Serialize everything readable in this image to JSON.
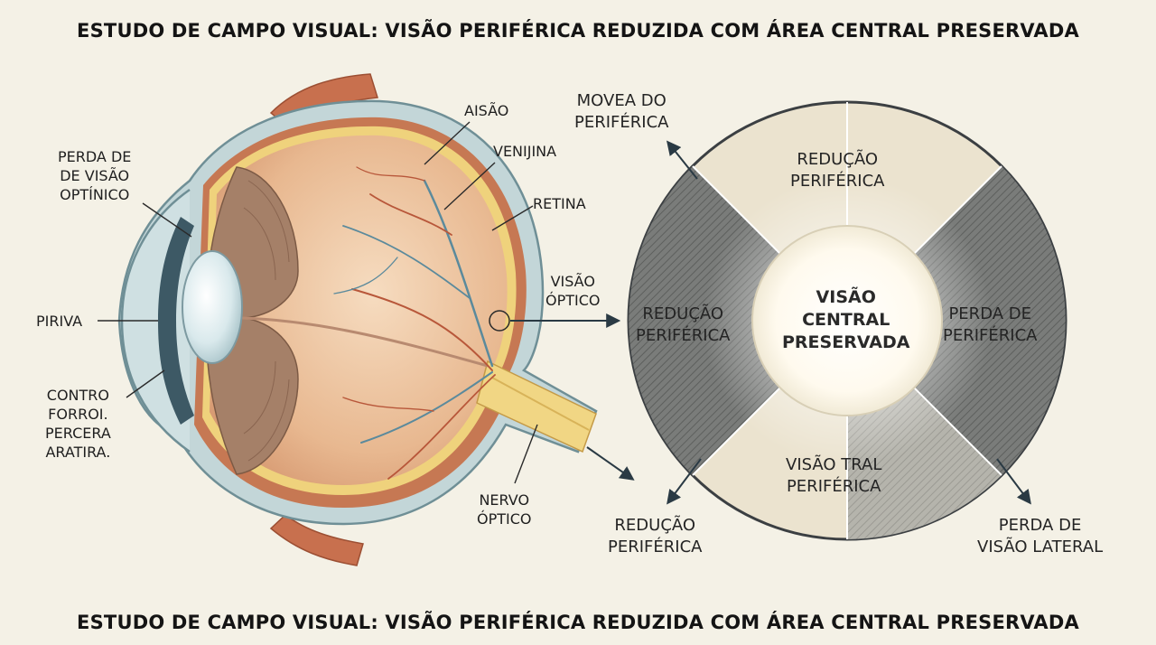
{
  "title_top": "ESTUDO DE CAMPO VISUAL: VISÃO PERIFÉRICA REDUZIDA COM ÁREA CENTRAL PRESERVADA",
  "title_bottom": "ESTUDO DE CAMPO VISUAL: VISÃO PERIFÉRICA REDUZIDA COM ÁREA CENTRAL PRESERVADA",
  "eye_labels": {
    "aisao": "AISÃO",
    "venijina": "VENIJINA",
    "retina": "RETINA",
    "perda_optinico": "PERDA DE\nDE VISÃO\nOPTÍNICO",
    "piriva": "PIRIVA",
    "contro": "CONTRO\nFORROI.\nPERCERA\nARATIRA.",
    "nervo": "NERVO\nÓPTICO",
    "visao_optico": "VISÃO\nÓPTICO"
  },
  "field_labels": {
    "movea": "MOVEA DO\nPERIFÉRICA",
    "top": "REDUÇÃO\nPERIFÉRICA",
    "left": "REDUÇÃO\nPERIFÉRICA",
    "center": "VISÃO\nCENTRAL\nPRESERVADA",
    "right": "PERDA DE\nPERIFÉRICA",
    "bottom": "VISÃO TRAL\nPERIFÉRICA",
    "bottom_left_out": "REDUÇÃO\nPERIFÉRICA",
    "bottom_right_out": "PERDA DE\nVISÃO LATERAL"
  },
  "colors": {
    "background": "#f4f1e6",
    "sclera": "#b9d0d3",
    "choroid": "#c8744f",
    "retina": "#e8c96a",
    "vitreous": "#e9bf98",
    "nerve": "#f0d27a",
    "field_light": "#ebe3cf",
    "field_dark": "#6f716f",
    "center": "#fffdf5"
  }
}
